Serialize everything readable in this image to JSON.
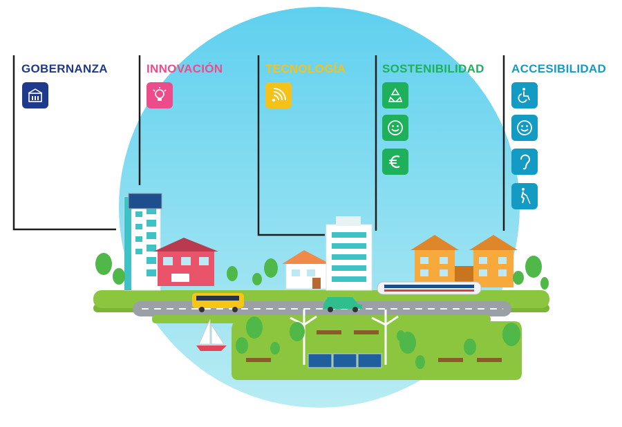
{
  "categories": [
    {
      "id": "gobernanza",
      "label": "GOBERNANZA",
      "color": "#1f3a8a",
      "icons": [
        "town-hall-icon"
      ]
    },
    {
      "id": "innovacion",
      "label": "INNOVACIÓN",
      "color": "#ec4d8a",
      "icons": [
        "lightbulb-icon"
      ]
    },
    {
      "id": "tecnologia",
      "label": "TECNOLOGÍA",
      "color": "#f4c21b",
      "icons": [
        "wifi-signal-icon"
      ]
    },
    {
      "id": "sostenibilidad",
      "label": "SOSTENIBILIDAD",
      "color": "#1eb05a",
      "icons": [
        "recycle-icon",
        "smiley-icon",
        "euro-icon"
      ]
    },
    {
      "id": "accesibilidad",
      "label": "ACCESIBILIDAD",
      "color": "#139bc4",
      "icons": [
        "wheelchair-icon",
        "smiley-icon",
        "ear-icon",
        "blind-person-icon"
      ]
    }
  ],
  "colors": {
    "sky": "#7fd6ec",
    "grass": "#8cc63f",
    "road": "#9aa0a6",
    "bracket": "#1c1c1c"
  }
}
